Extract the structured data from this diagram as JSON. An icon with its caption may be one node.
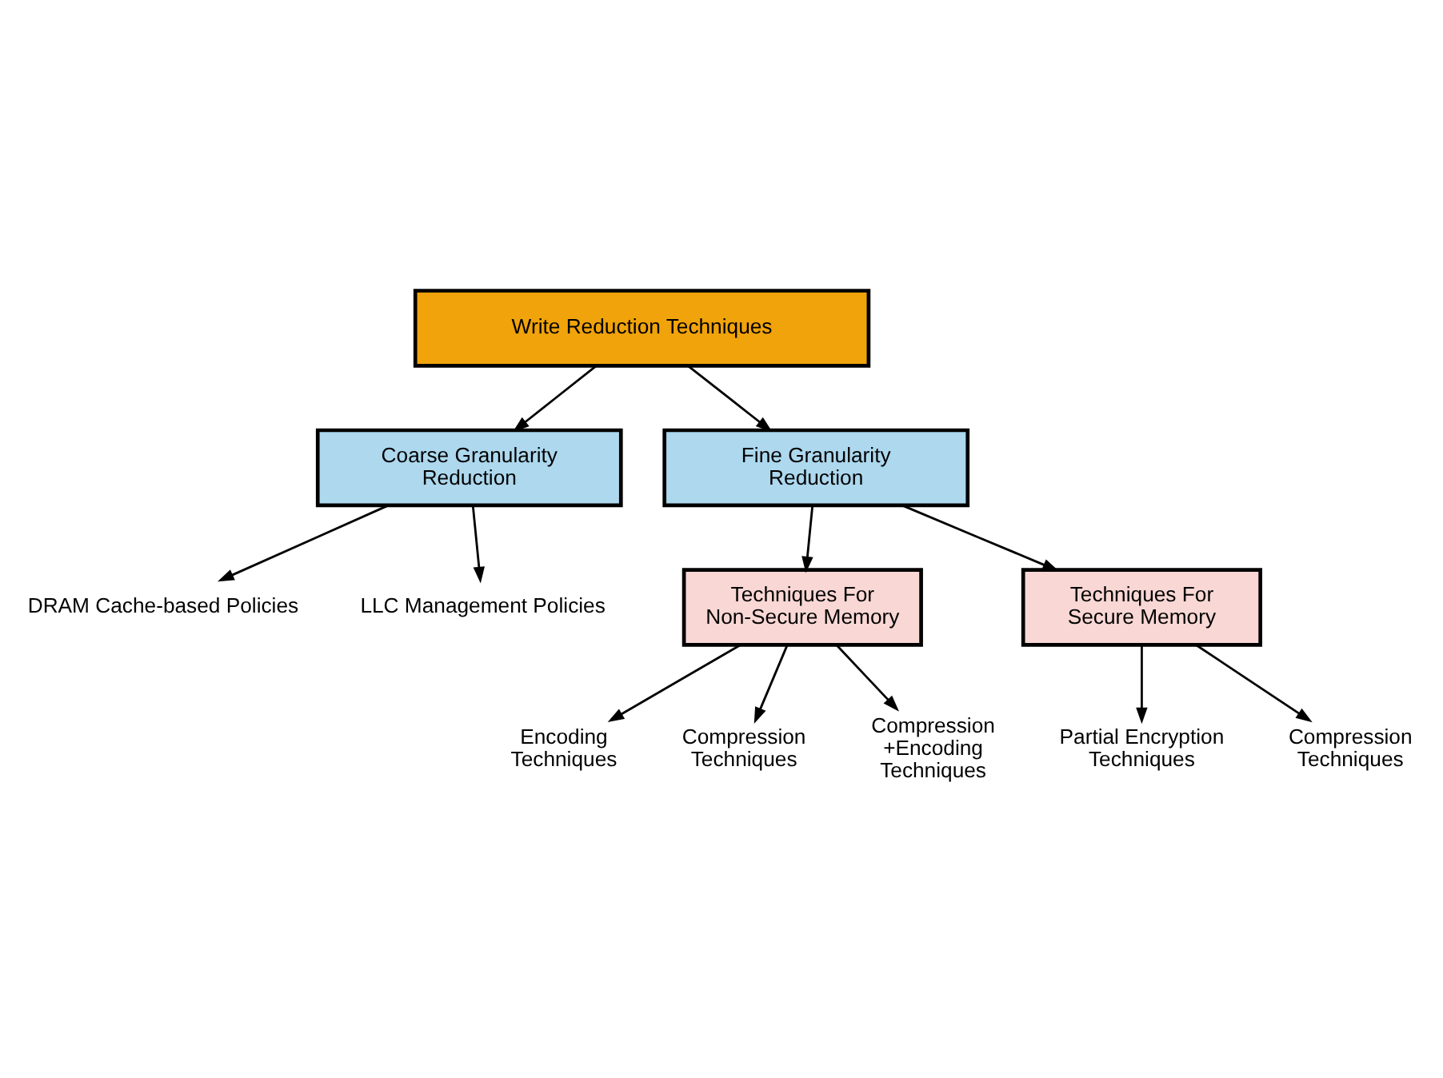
{
  "diagram": {
    "nodes": [
      {
        "text": [
          "Write Reduction Techniques"
        ]
      },
      {
        "text": [
          "Coarse Granularity Reduction"
        ]
      },
      {
        "text": [
          "Fine Granularity Reduction"
        ]
      },
      {
        "text": [
          "DRAM Cache-based Policies"
        ]
      },
      {
        "text": [
          "LLC Management Policies"
        ]
      },
      {
        "text": [
          "Techniques For Non-Secure Memory"
        ]
      },
      {
        "text": [
          "Techniques For Secure Memory"
        ]
      },
      {
        "text": [
          "Encoding Techniques"
        ]
      },
      {
        "text": [
          "Compression Techniques"
        ]
      },
      {
        "text": [
          "Compression +Encoding Techniques"
        ]
      },
      {
        "text": [
          "Partial Encryption Techniques"
        ]
      },
      {
        "text": [
          "Compression Techniques"
        ]
      }
    ],
    "edges": [
      {
        "from": 0,
        "to": 1,
        "arrow": "to"
      },
      {
        "from": 0,
        "to": 2,
        "arrow": "to"
      },
      {
        "from": 1,
        "to": 3,
        "arrow": "to"
      },
      {
        "from": 1,
        "to": 4,
        "arrow": "to"
      },
      {
        "from": 2,
        "to": 5,
        "arrow": "to"
      },
      {
        "from": 2,
        "to": 6,
        "arrow": "to"
      },
      {
        "from": 5,
        "to": 7,
        "arrow": "to"
      },
      {
        "from": 5,
        "to": 8,
        "arrow": "to"
      },
      {
        "from": 5,
        "to": 9,
        "arrow": "to"
      },
      {
        "from": 6,
        "to": 10,
        "arrow": "to"
      },
      {
        "from": 6,
        "to": 11,
        "arrow": "to"
      }
    ]
  }
}
